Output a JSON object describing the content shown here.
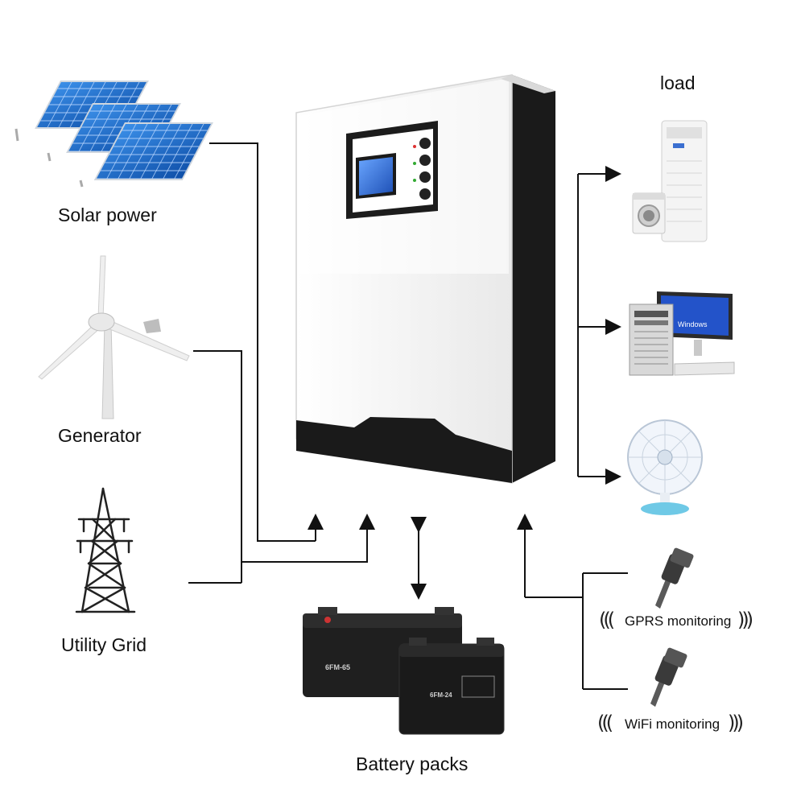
{
  "labels": {
    "solar": "Solar power",
    "generator": "Generator",
    "grid": "Utility Grid",
    "load": "load",
    "battery": "Battery packs",
    "gprs": "GPRS monitoring",
    "wifi": "WiFi monitoring"
  },
  "icons": {
    "solar": "solar-panel-icon",
    "generator": "wind-turbine-icon",
    "grid": "transmission-tower-icon",
    "inverter": "inverter-icon",
    "battery": "battery-icon",
    "air_conditioner": "air-conditioner-icon",
    "washer": "washing-machine-icon",
    "computer": "computer-icon",
    "fan": "fan-icon",
    "gprs": "gprs-dongle-icon",
    "wifi": "wifi-dongle-icon"
  },
  "battery_text": {
    "large": "6FM-65",
    "small": "6FM-24"
  },
  "computer_screen_text": "Windows",
  "colors": {
    "line": "#111111",
    "inverter_black": "#1a1a1a",
    "panel_blue": "#1c6fd0"
  }
}
